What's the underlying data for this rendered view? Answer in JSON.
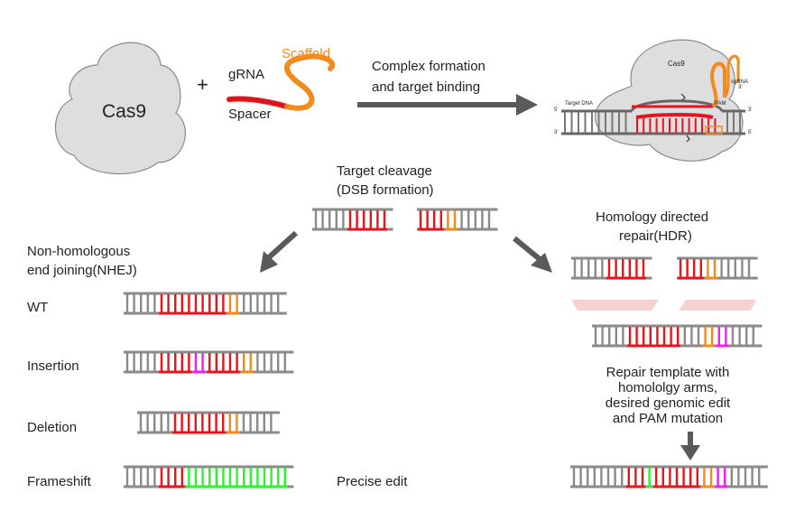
{
  "top": {
    "cas9_label": "Cas9",
    "plus": "+",
    "grna_label": "gRNA",
    "scaffold_label": "Scaffold",
    "spacer_label": "Spacer",
    "arrow_line1": "Complex formation",
    "arrow_line2": "and target binding",
    "complex": {
      "cas9_label": "Cas9",
      "sgrna_label": "sgRNA",
      "target_dna_label": "Target DNA",
      "pam_label": "PAM",
      "end_5_left": "5'",
      "end_3_left": "3'",
      "end_3_right": "3'",
      "end_5_right": "5'",
      "scaffold_end": "3'"
    }
  },
  "cleavage": {
    "line1": "Target cleavage",
    "line2": "(DSB formation)"
  },
  "nhej": {
    "title_line1": "Non-homologous",
    "title_line2": "end joining(NHEJ)",
    "rows": [
      {
        "label": "WT"
      },
      {
        "label": "Insertion"
      },
      {
        "label": "Deletion"
      },
      {
        "label": "Frameshift"
      }
    ]
  },
  "hdr": {
    "title_line1": "Homology directed",
    "title_line2": "repair(HDR)",
    "template_line1": "Repair template with",
    "template_line2": "homololgy arms,",
    "template_line3": "desired genomic edit",
    "template_line4": "and PAM mutation",
    "precise_edit": "Precise edit"
  },
  "colors": {
    "dna_gray": "#8a8a8a",
    "cut_red": "#e8141b",
    "pam_orange": "#f28a1c",
    "insert_magenta": "#f01cf0",
    "frameshift_green": "#2ef22e",
    "protein_fill": "#dedede",
    "arrow_gray": "#5a5a5a",
    "template_pink": "#f8d0d0"
  }
}
